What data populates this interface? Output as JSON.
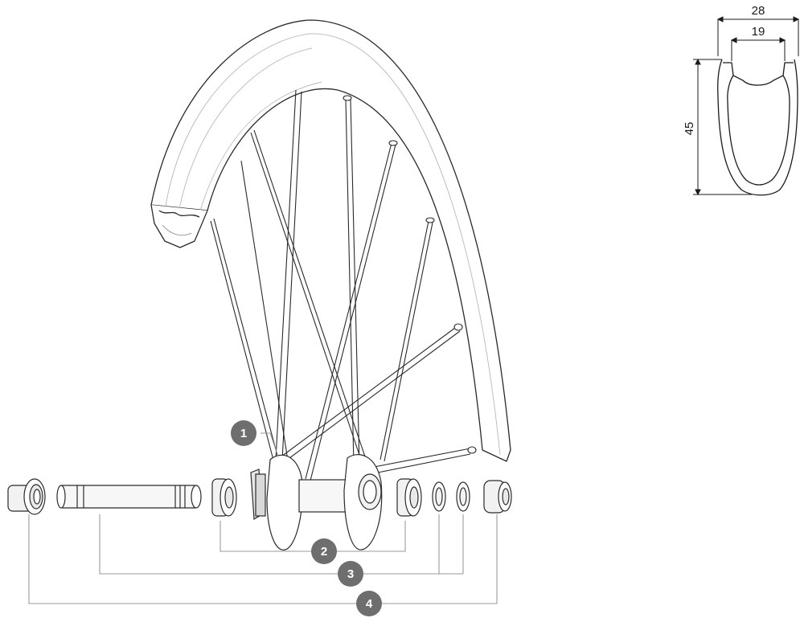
{
  "rim_profile": {
    "outer_width": "28",
    "inner_width": "19",
    "depth": "45"
  },
  "callouts": [
    "1",
    "2",
    "3",
    "4"
  ],
  "colors": {
    "line": "#2a2a2a",
    "callout_fill": "#6e6e6e",
    "leader": "#9a9a9a",
    "part_light": "#f2f2f2"
  }
}
